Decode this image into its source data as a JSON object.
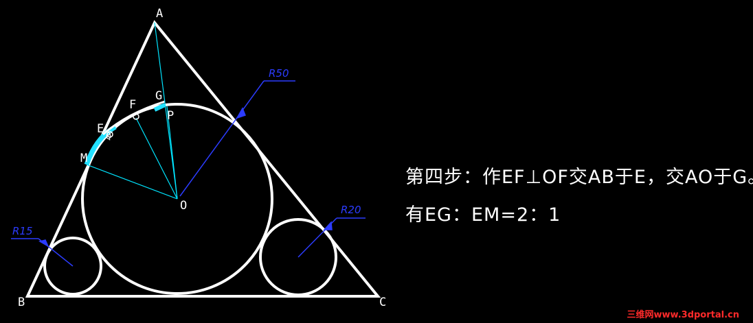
{
  "labels": {
    "A": "A",
    "B": "B",
    "C": "C",
    "O": "O",
    "M": "M",
    "E": "E",
    "F": "F",
    "G": "G",
    "P": "P",
    "Q": "Q",
    "r50": "R50",
    "r20": "R20",
    "r15": "R15"
  },
  "text": {
    "line1": "第四步：作EF⊥OF交AB于E，交AO于G。则",
    "line2": "有EG：EM=2：1"
  },
  "watermark": "三维网www.3dportal.cn",
  "colors": {
    "background": "#000000",
    "outline": "#ffffff",
    "construction": "#00e5ff",
    "dimension": "#2c3cff",
    "highlight": "#22e0ff",
    "watermark": "#ff2a2a"
  }
}
